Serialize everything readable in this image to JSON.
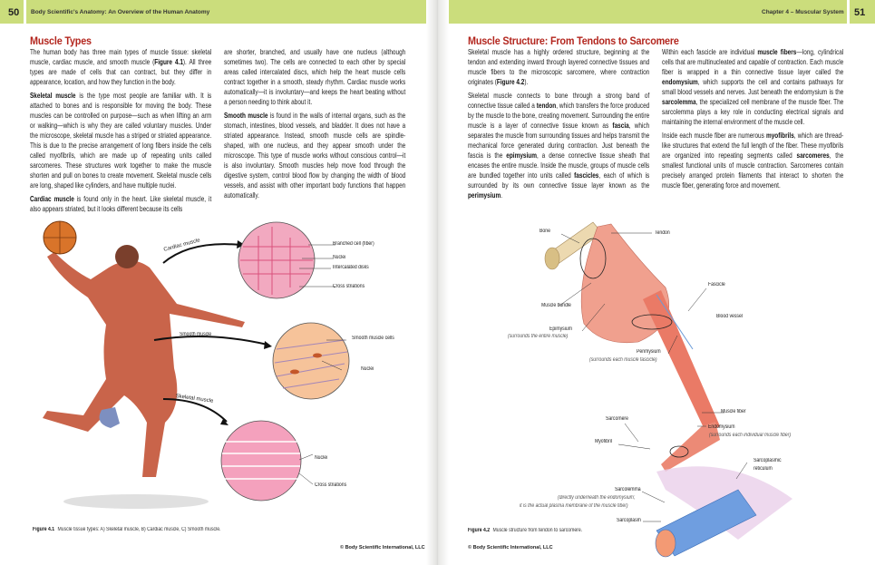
{
  "left_page": {
    "page_number": "50",
    "running_head": "Body Scientific's Anatomy: An Overview of the Human Anatomy",
    "heading": "Muscle Types",
    "col1": [
      [
        {
          "t": "The human body has three main types of muscle tissue: skeletal muscle, cardiac muscle, and smooth muscle ("
        },
        {
          "t": "Figure 4.1",
          "b": true
        },
        {
          "t": "). All three types are made of cells that can contract, but they differ in appearance, location, and how they function in the body."
        }
      ],
      [
        {
          "t": "Skeletal muscle",
          "b": true
        },
        {
          "t": " is the type most people are familiar with. It is attached to bones and is responsible for moving the body. These muscles can be controlled on purpose—such as when lifting an arm or walking—which is why they are called voluntary muscles. Under the microscope, skeletal muscle has a striped or striated appearance. This is due to the precise arrangement of long fibers inside the cells called myofibrils, which are made up of repeating units called sarcomeres. These structures work together to make the muscle shorten and pull on bones to create movement. Skeletal muscle cells are long, shaped like cylinders, and have multiple nuclei."
        }
      ],
      [
        {
          "t": "Cardiac muscle",
          "b": true
        },
        {
          "t": " is found only in the heart. Like skeletal muscle, it also appears striated, but it looks different because its cells"
        }
      ]
    ],
    "col2": [
      [
        {
          "t": "are shorter, branched, and usually have one nucleus (although sometimes two). The cells are connected to each other by special areas called intercalated discs, which help the heart muscle cells contract together in a smooth, steady rhythm. Cardiac muscle works automatically—it is involuntary—and keeps the heart beating without a person needing to think about it."
        }
      ],
      [
        {
          "t": "Smooth muscle",
          "b": true
        },
        {
          "t": " is found in the walls of internal organs, such as the stomach, intestines, blood vessels, and bladder. It does not have a striated appearance. Instead, smooth muscle cells are spindle-shaped, with one nucleus, and they appear smooth under the microscope. This type of muscle works without conscious control—it is also involuntary. Smooth muscles help move food through the digestive system, control blood flow by changing the width of blood vessels, and assist with other important body functions that happen automatically."
        }
      ]
    ],
    "figure": {
      "arrow_labels": {
        "cardiac": "Cardiac muscle",
        "smooth": "Smooth muscle",
        "skeletal": "Skeletal muscle"
      },
      "cardiac_labels": [
        "Branched cell (fiber)",
        "Nuclei",
        "Intercalated disks",
        "Cross striations"
      ],
      "smooth_labels": [
        "Smooth muscle cells",
        "Nuclei"
      ],
      "skeletal_labels": [
        "Nuclei",
        "Cross striations"
      ],
      "caption_number": "Figure 4.1",
      "caption": "Muscle tissue types: A) Skeletal muscle, B) Cardiac muscle, C) Smooth muscle."
    },
    "copyright": "© Body Scientific International, LLC"
  },
  "right_page": {
    "page_number": "51",
    "running_head": "Chapter 4 – Muscular System",
    "heading": "Muscle Structure: From Tendons to Sarcomere",
    "col1": [
      [
        {
          "t": "Skeletal muscle has a highly ordered structure, beginning at the tendon and extending inward through layered connective tissues and muscle fibers to the microscopic sarcomere, where contraction originates ("
        },
        {
          "t": "Figure 4.2",
          "b": true
        },
        {
          "t": ")."
        }
      ],
      [
        {
          "t": "Skeletal muscle connects to bone through a strong band of connective tissue called a "
        },
        {
          "t": "tendon",
          "b": true
        },
        {
          "t": ", which transfers the force produced by the muscle to the bone, creating movement. Surrounding the entire muscle is a layer of connective tissue known as "
        },
        {
          "t": "fascia",
          "b": true
        },
        {
          "t": ", which separates the muscle from surrounding tissues and helps transmit the mechanical force generated during contraction. Just beneath the fascia is the "
        },
        {
          "t": "epimysium",
          "b": true
        },
        {
          "t": ", a dense connective tissue sheath that encases the entire muscle. Inside the muscle, groups of muscle cells are bundled together into units called "
        },
        {
          "t": "fascicles",
          "b": true
        },
        {
          "t": ", each of which is surrounded by its own connective tissue layer known as the "
        },
        {
          "t": "perimysium",
          "b": true
        },
        {
          "t": "."
        }
      ]
    ],
    "col2": [
      [
        {
          "t": "Within each fascicle are individual "
        },
        {
          "t": "muscle fibers",
          "b": true
        },
        {
          "t": "—long, cylindrical cells that are multinucleated and capable of contraction. Each muscle fiber is wrapped in a thin connective tissue layer called the "
        },
        {
          "t": "endomysium",
          "b": true
        },
        {
          "t": ", which supports the cell and contains pathways for small blood vessels and nerves. Just beneath the endomysium is the "
        },
        {
          "t": "sarcolemma",
          "b": true
        },
        {
          "t": ", the specialized cell membrane of the muscle fiber. The sarcolemma plays a key role in conducting electrical signals and maintaining the internal environment of the muscle cell."
        }
      ],
      [
        {
          "t": "Inside each muscle fiber are numerous "
        },
        {
          "t": "myofibrils",
          "b": true
        },
        {
          "t": ", which are thread-like structures that extend the full length of the fiber. These myofibrils are organized into repeating segments called "
        },
        {
          "t": "sarcomeres",
          "b": true
        },
        {
          "t": ", the smallest functional units of muscle contraction. Sarcomeres contain precisely arranged protein filaments that interact to shorten the muscle fiber, generating force and movement."
        }
      ]
    ],
    "figure": {
      "bone": "Bone",
      "tendon": "Tendon",
      "muscle_bundle": "Muscle bundle",
      "epimysium": "Epimysium",
      "epimysium_note": "(surrounds the entire muscle)",
      "fascicle": "Fascicle",
      "blood_vessel": "Blood vessel",
      "perimysium": "Perimysium",
      "perimysium_note": "(surrounds each muscle fascicle)",
      "muscle_fiber": "Muscle fiber",
      "sarcomere": "Sarcomere",
      "endomysium": "Endomysium",
      "endomysium_note": "(surrounds each individual muscle fiber)",
      "myofibril": "Myofibril",
      "sarcoplasmic_1": "Sarcoplasmic",
      "sarcoplasmic_2": "reticulum",
      "sarcolemma": "Sarcolemma",
      "sarcolemma_note_1": "(directly underneath the endomysium;",
      "sarcolemma_note_2": "it is the actual plasma membrane of the muscle fiber)",
      "sarcoplasm": "Sarcoplasm",
      "caption_number": "Figure 4.2",
      "caption": "Muscle structure from tendon to sarcomere."
    },
    "copyright": "© Body Scientific International, LLC"
  },
  "colors": {
    "band": "#cbdd7c",
    "heading": "#b3261e"
  }
}
